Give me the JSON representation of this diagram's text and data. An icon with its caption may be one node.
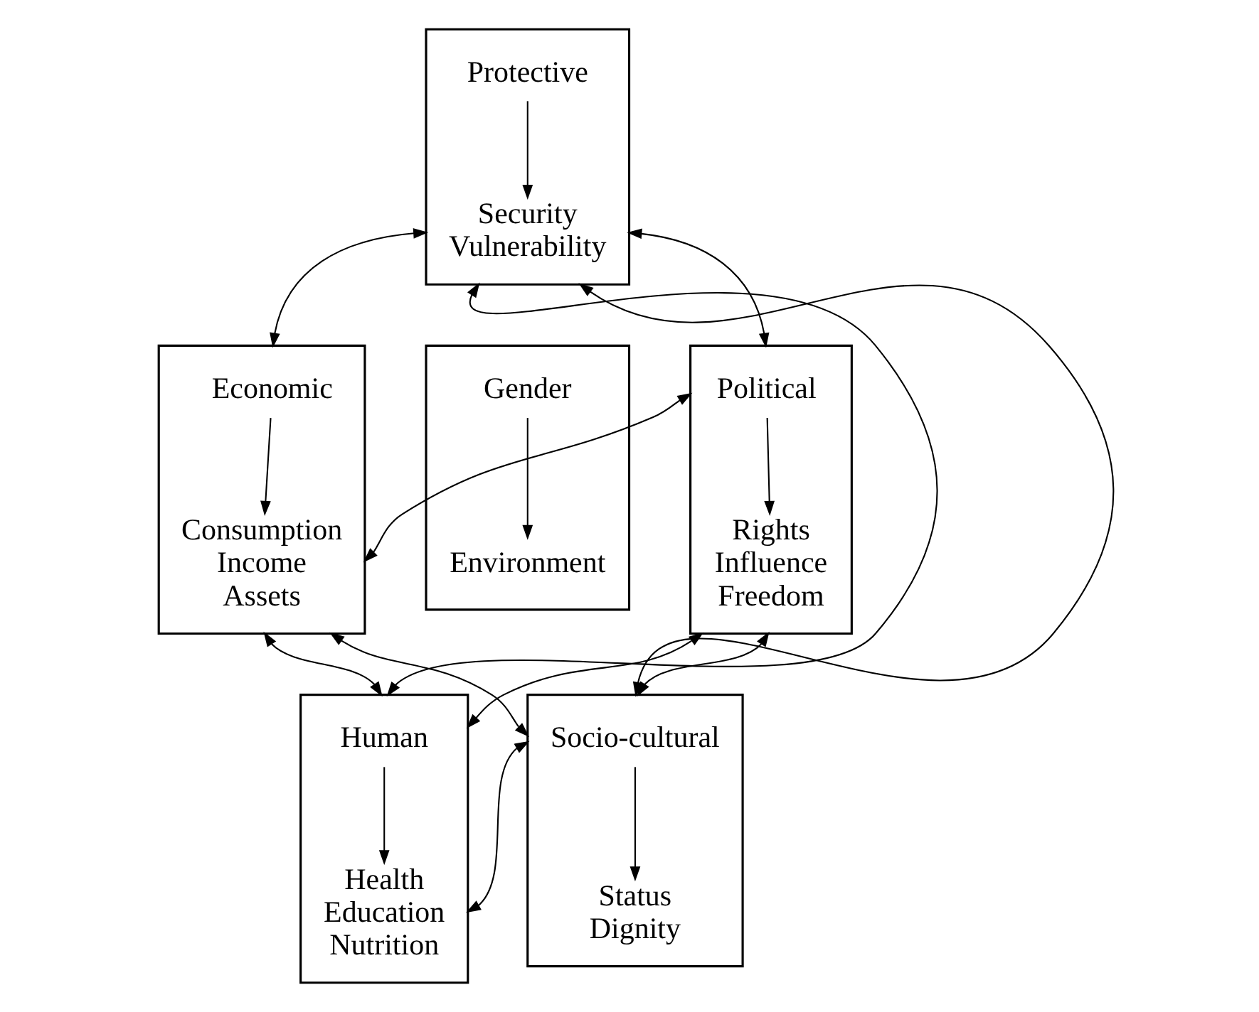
{
  "diagram": {
    "nodes": [
      {
        "text": [],
        "shape": "box"
      },
      {
        "text": [
          "Protective"
        ],
        "in": 0
      },
      {
        "text": [
          "Security Vulnerability"
        ],
        "in": 0
      },
      {
        "text": [],
        "shape": "box"
      },
      {
        "text": [
          "Economic"
        ],
        "in": 3
      },
      {
        "text": [
          "Consumption Income Assets"
        ],
        "in": 3
      },
      {
        "text": [],
        "shape": "box"
      },
      {
        "text": [
          "Gender"
        ],
        "in": 6
      },
      {
        "text": [
          "Environment"
        ],
        "in": 6
      },
      {
        "text": [],
        "shape": "box"
      },
      {
        "text": [
          "Political"
        ],
        "in": 9
      },
      {
        "text": [
          "Rights Influence Freedom"
        ],
        "in": 9
      },
      {
        "text": [],
        "shape": "box"
      },
      {
        "text": [
          "Human"
        ],
        "in": 12
      },
      {
        "text": [
          "Health Education Nutrition"
        ],
        "in": 12
      },
      {
        "text": [],
        "shape": "box"
      },
      {
        "text": [
          "Socio-cultural"
        ],
        "in": 15
      },
      {
        "text": [
          "Status Dignity"
        ],
        "in": 15
      }
    ],
    "edges": [
      {
        "from": 1,
        "to": 2,
        "arrow": "to"
      },
      {
        "from": 4,
        "to": 5,
        "arrow": "to"
      },
      {
        "from": 7,
        "to": 8,
        "arrow": "to"
      },
      {
        "from": 10,
        "to": 11,
        "arrow": "to"
      },
      {
        "from": 13,
        "to": 14,
        "arrow": "to"
      },
      {
        "from": 16,
        "to": 17,
        "arrow": "to"
      },
      {
        "from": 0,
        "to": 3,
        "arrow": "both"
      },
      {
        "from": 0,
        "to": 9,
        "arrow": "both"
      },
      {
        "from": 0,
        "to": 12,
        "arrow": "both"
      },
      {
        "from": 0,
        "to": 15,
        "arrow": "both"
      },
      {
        "from": 3,
        "to": 9,
        "arrow": "both"
      },
      {
        "from": 3,
        "to": 12,
        "arrow": "both"
      },
      {
        "from": 3,
        "to": 15,
        "arrow": "both"
      },
      {
        "from": 9,
        "to": 12,
        "arrow": "both"
      },
      {
        "from": 9,
        "to": 15,
        "arrow": "both"
      },
      {
        "from": 12,
        "to": 15,
        "arrow": "both"
      }
    ]
  }
}
